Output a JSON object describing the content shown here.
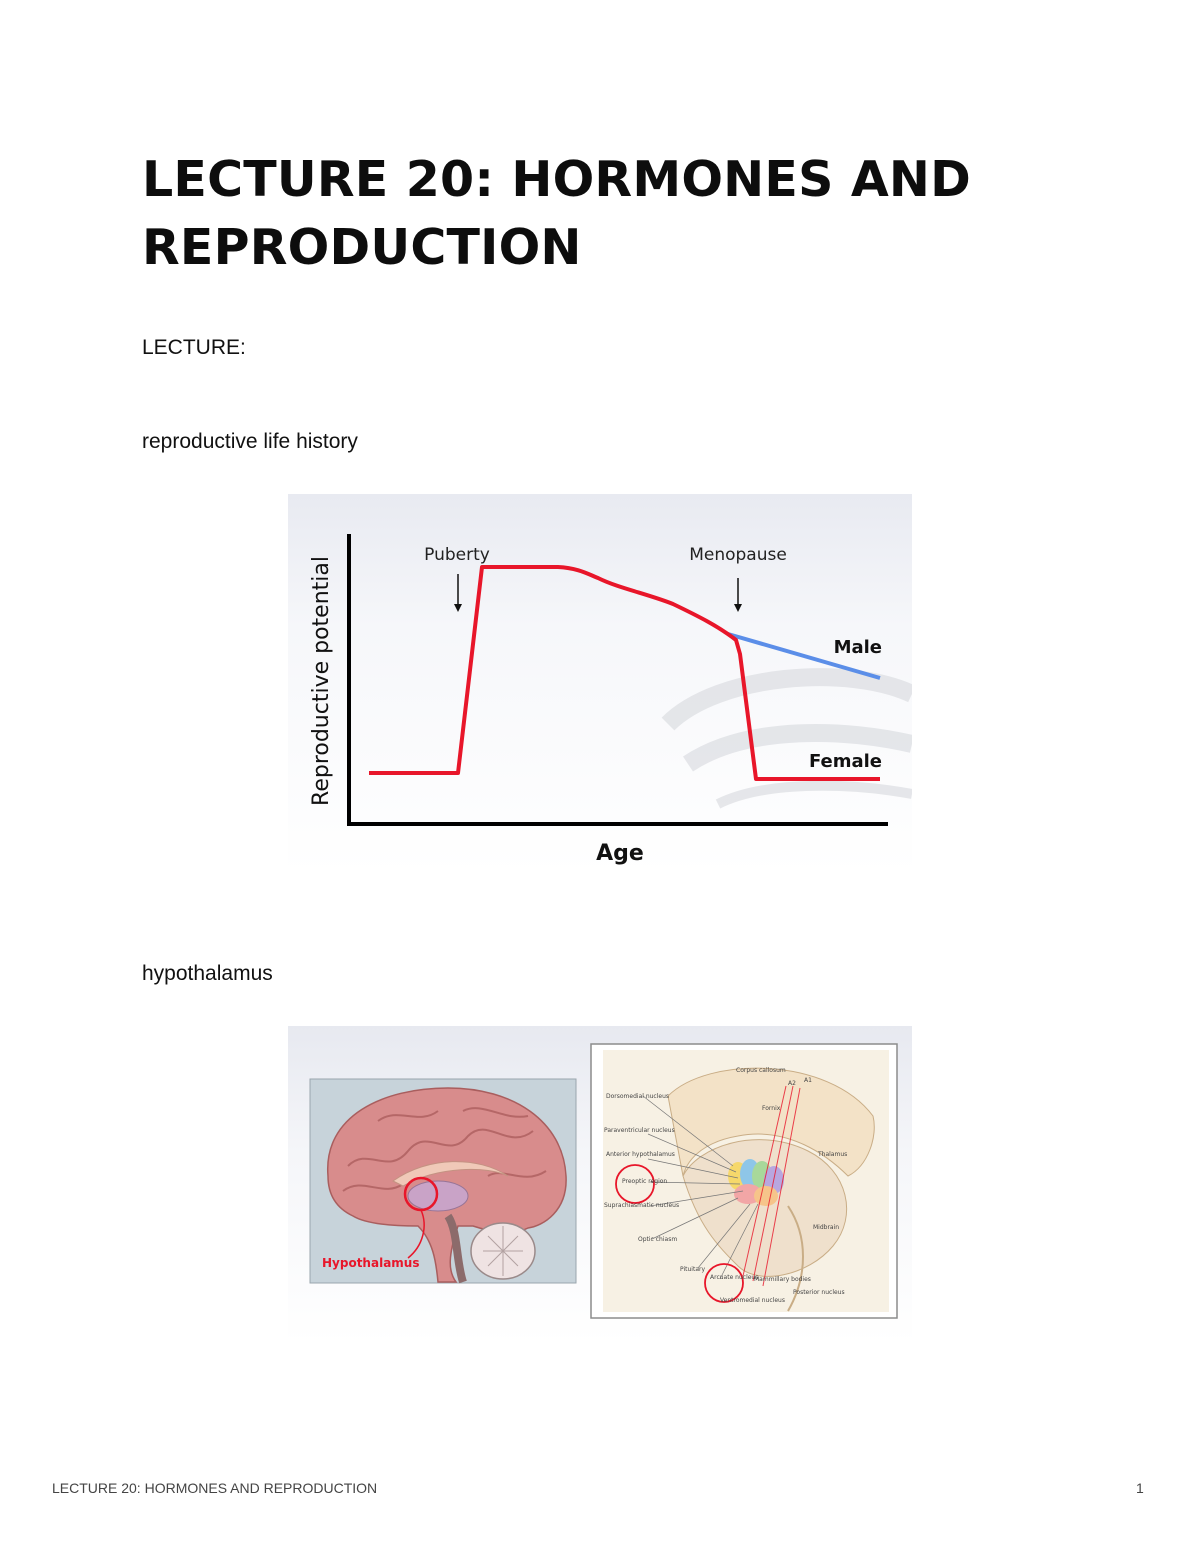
{
  "page": {
    "title": "LECTURE 20: HORMONES AND REPRODUCTION",
    "lecture_label": "LECTURE:",
    "section_1": "reproductive life history",
    "section_2": "hypothalamus"
  },
  "chart_data": {
    "type": "line",
    "title": "",
    "xlabel": "Age",
    "ylabel": "Reproductive potential",
    "annotations": [
      "Puberty",
      "Menopause"
    ],
    "series": [
      {
        "name": "Female",
        "color": "#e8162a"
      },
      {
        "name": "Male",
        "color": "#5b8ee8"
      }
    ]
  },
  "brain_figure": {
    "left_label": "Hypothalamus",
    "diagram_labels": {
      "corpus_callosum": "Corpus callosum",
      "dorsomedial": "Dorsomedial nucleus",
      "paraventricular": "Paraventricular nucleus",
      "anterior": "Anterior hypothalamus",
      "preoptic": "Preoptic region",
      "suprachiasmatic": "Suprachiasmatic nucleus",
      "optic": "Optic chiasm",
      "pituitary": "Pituitary",
      "arcuate": "Arcuate nucleus",
      "ventromedial": "Ventromedial nucleus",
      "mammillary": "Mammillary bodies",
      "posterior": "Posterior nucleus",
      "fornix": "Fornix",
      "thalamus": "Thalamus",
      "midbrain": "Midbrain",
      "a1": "A1",
      "a2": "A2"
    }
  },
  "footer": {
    "text": "LECTURE 20: HORMONES AND REPRODUCTION",
    "page_number": "1"
  }
}
